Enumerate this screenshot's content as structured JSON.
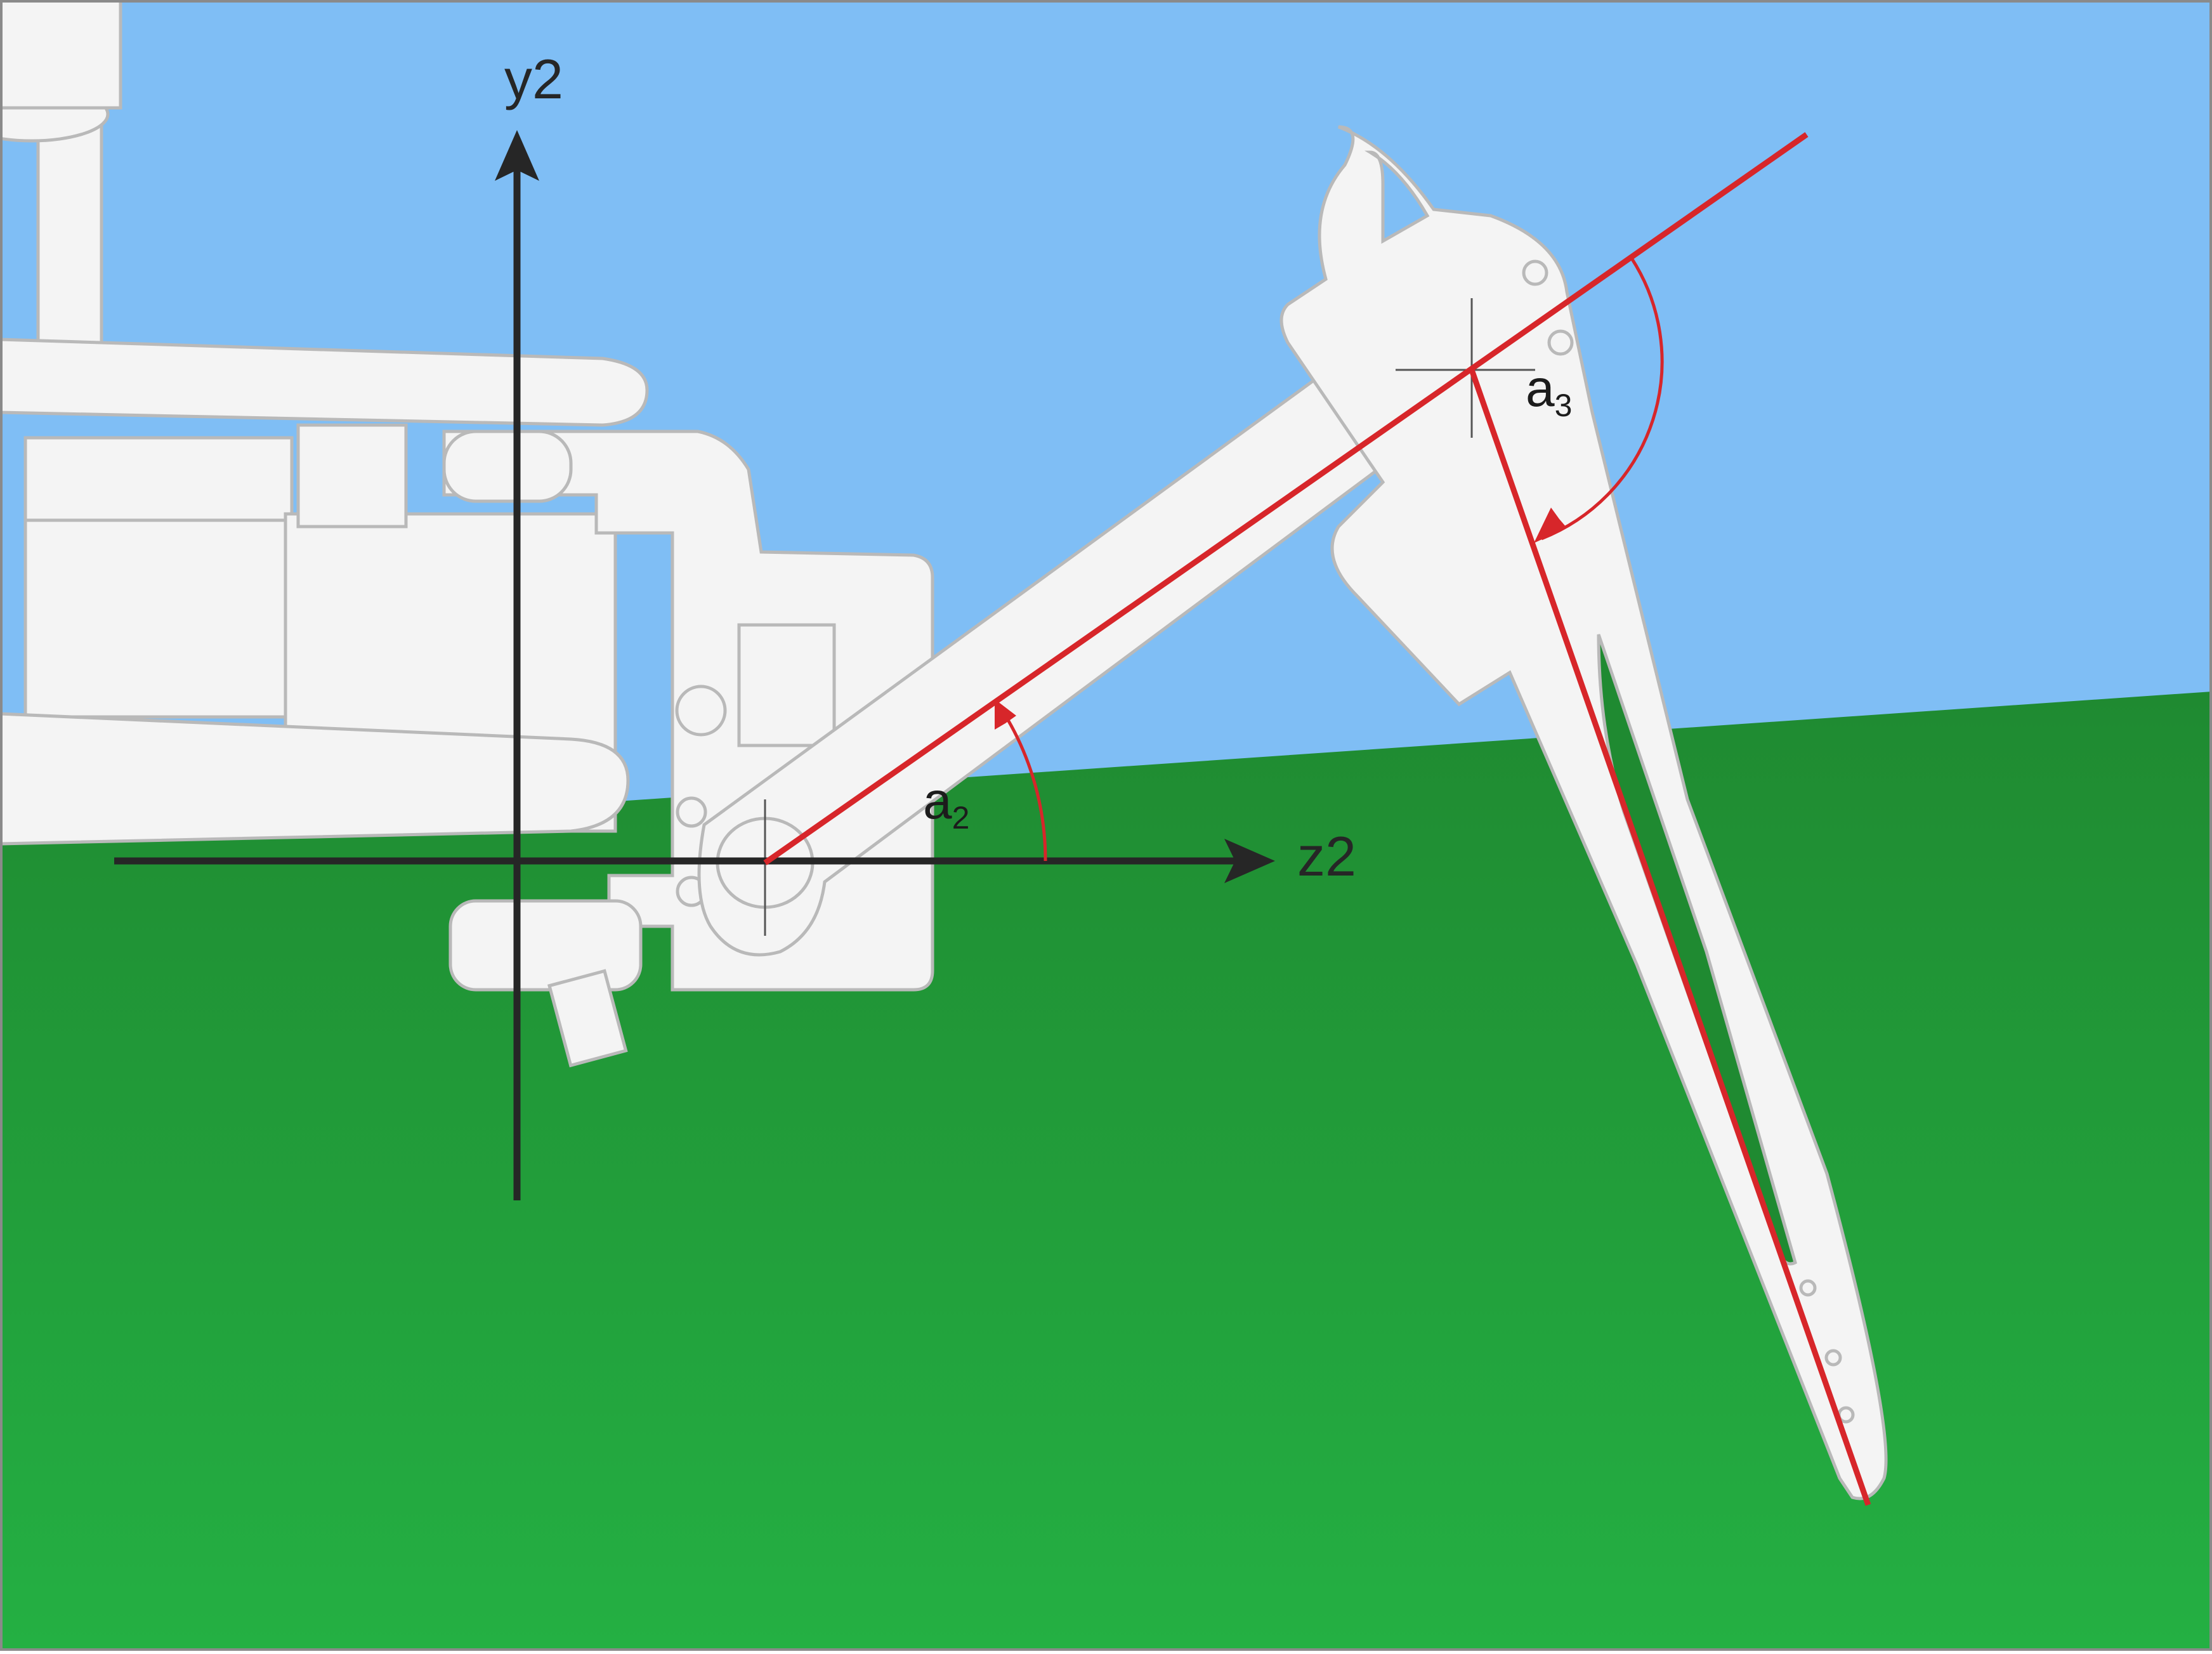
{
  "labels": {
    "y_axis": "y2",
    "z_axis": "z2",
    "angle_a2": {
      "base": "a",
      "sub": "2"
    },
    "angle_a3": {
      "base": "a",
      "sub": "3"
    }
  },
  "colors": {
    "sky": "#7fbef5",
    "ground_top": "#1f8a31",
    "ground_bottom": "#24b043",
    "robot_part": "#f4f4f4",
    "robot_outline": "#b9b9b9",
    "axis": "#262626",
    "link_line": "#d7262a",
    "angle_arc": "#d7262a",
    "frame_border": "#8a8a8a"
  }
}
